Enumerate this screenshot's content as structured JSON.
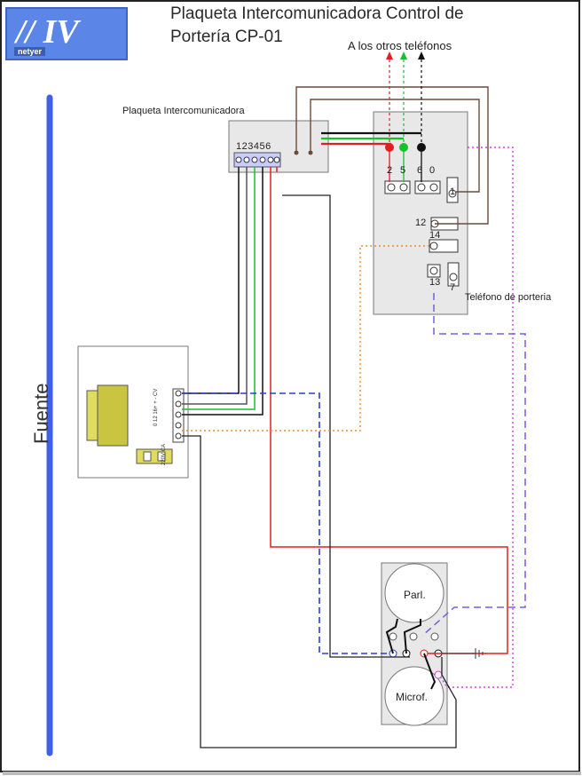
{
  "logo": {
    "brand_text": "netyer",
    "mark": "// IV"
  },
  "title": {
    "line1": "Plaqueta Intercomunicadora Control de",
    "line2": "Portería CP-01"
  },
  "labels": {
    "otros_telefonos": "A los otros teléfonos",
    "plaqueta": "Plaqueta Intercomunicadora",
    "plaqueta_terminals": "123456",
    "telefono": "Teléfono de porteria",
    "fuente": "Fuente",
    "parlante": "Parl.",
    "microfono": "Microf."
  },
  "phone_terminals": {
    "t2": "2",
    "t5": "5",
    "t6": "6",
    "t0": "0",
    "t1": "1",
    "t12": "12",
    "t14": "14",
    "t13": "13",
    "t7": "7"
  },
  "colors": {
    "blue_bar": "#3f5fe6",
    "red": "#e02020",
    "green": "#19c02a",
    "black": "#111111",
    "brown": "#6b4a3a",
    "magenta": "#d040e0",
    "orange": "#f08a30",
    "violet_dash": "#7060e0",
    "blue_dash": "#2a3fd0",
    "gray_wire": "#6f6f6f"
  }
}
